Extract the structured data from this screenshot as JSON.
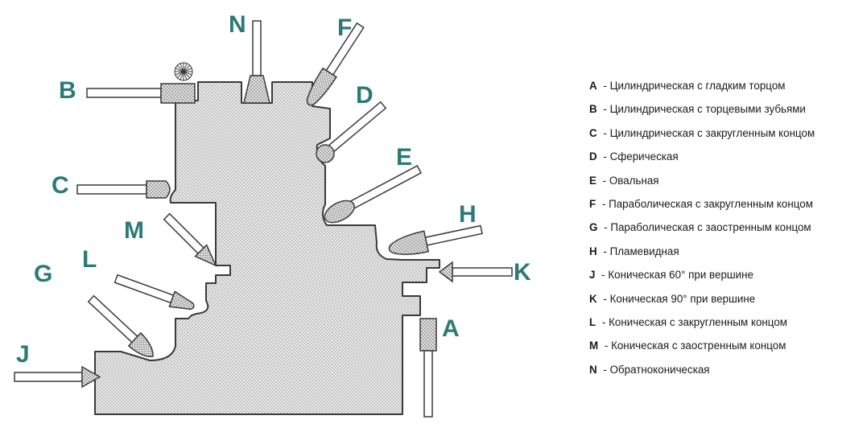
{
  "colors": {
    "accent_letters": "#2c7a78",
    "outline": "#3a3a3a",
    "workpiece_fill": "#d6d6d6",
    "text": "#1a1a1a"
  },
  "tools": [
    {
      "letter": "A",
      "description": "Цилиндрическая с гладким торцом"
    },
    {
      "letter": "B",
      "description": "Цилиндрическая с торцевыми зубьями"
    },
    {
      "letter": "C",
      "description": "Цилиндрическая с закругленным концом"
    },
    {
      "letter": "D",
      "description": "Сферическая"
    },
    {
      "letter": "E",
      "description": "Овальная"
    },
    {
      "letter": "F",
      "description": "Параболическая с закругленным концом"
    },
    {
      "letter": "G",
      "description": "Параболическая с заостренным концом"
    },
    {
      "letter": "H",
      "description": "Пламевидная"
    },
    {
      "letter": "J",
      "description": "Коническая 60° при вершине"
    },
    {
      "letter": "K",
      "description": "Коническая 90° при вершине"
    },
    {
      "letter": "L",
      "description": "Коническая с закругленным концом"
    },
    {
      "letter": "M",
      "description": "Коническая с заостренным концом"
    },
    {
      "letter": "N",
      "description": "Обратноконическая"
    }
  ],
  "legend_separator": " - "
}
